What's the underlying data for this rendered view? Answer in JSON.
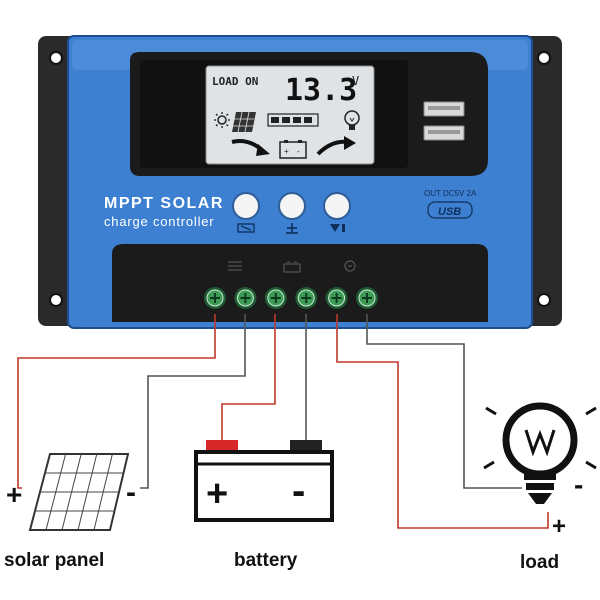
{
  "device": {
    "brand_line1": "MPPT SOLAR",
    "brand_line2": "charge controller",
    "usb_rating": "OUT DC5V 2A",
    "usb_logo": "USB",
    "body_color": "#3d7fd0",
    "frame_color": "#1e1e1e"
  },
  "lcd": {
    "status": "LOAD ON",
    "voltage_value": "13.3",
    "voltage_unit": "V",
    "icons": [
      "sun-icon",
      "solar-panel-icon",
      "battery-level-icon",
      "bulb-icon",
      "charge-arrow-icon",
      "battery-icon",
      "discharge-arrow-icon"
    ]
  },
  "buttons": [
    {
      "name": "menu-button",
      "symbol": "menu-icon"
    },
    {
      "name": "up-button",
      "symbol": "plus-icon"
    },
    {
      "name": "down-button",
      "symbol": "down-icon"
    }
  ],
  "terminals": {
    "count": 6,
    "groups": [
      "solar-panel",
      "battery",
      "load"
    ],
    "screw_color": "#3c9b54"
  },
  "wiring": {
    "positive_color": "#c0392b",
    "negative_color": "#555555"
  },
  "labels": {
    "solar_panel": "solar panel",
    "battery": "battery",
    "load": "load",
    "plus": "+",
    "minus": "-"
  }
}
